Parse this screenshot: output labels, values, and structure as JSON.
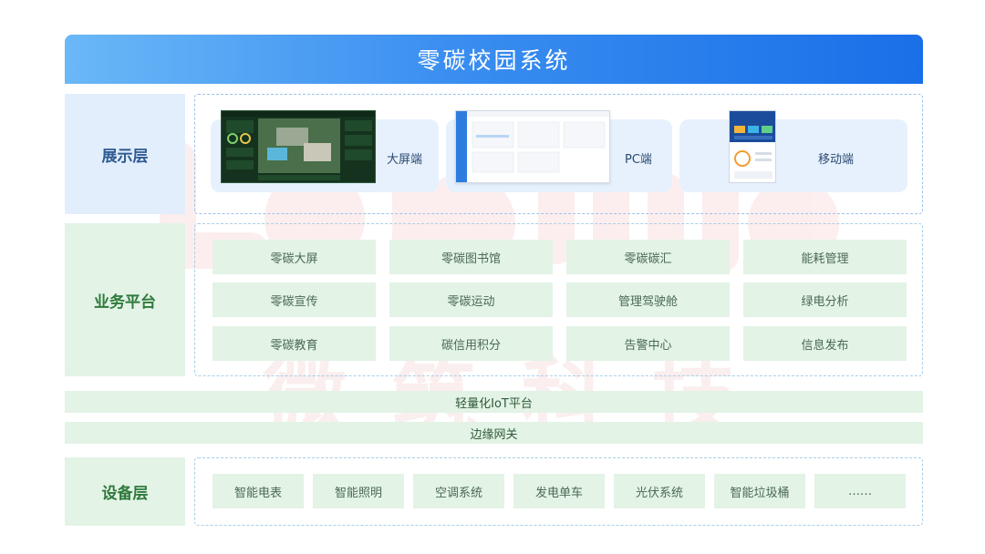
{
  "title": "零碳校园系统",
  "layers": {
    "display": {
      "label": "展示层",
      "terminals": [
        "大屏端",
        "PC端",
        "移动端"
      ]
    },
    "business": {
      "label": "业务平台",
      "modules": [
        "零碳大屏",
        "零碳图书馆",
        "零碳碳汇",
        "能耗管理",
        "零碳宣传",
        "零碳运动",
        "管理驾驶舱",
        "绿电分析",
        "零碳教育",
        "碳信用积分",
        "告警中心",
        "信息发布"
      ]
    },
    "iot_platform": "轻量化IoT平台",
    "edge_gateway": "边缘网关",
    "device": {
      "label": "设备层",
      "items": [
        "智能电表",
        "智能照明",
        "空调系统",
        "发电单车",
        "光伏系统",
        "智能垃圾桶",
        "……"
      ]
    }
  },
  "watermark": {
    "brand": "lebuild",
    "text": "微筑科技"
  },
  "colors": {
    "title_bar_start": "#6ab8f7",
    "title_bar_end": "#1a6fe8",
    "display_bg": "#e2eefc",
    "green_bg": "#e3f3e6",
    "dashed_border": "#9cc3ee"
  }
}
